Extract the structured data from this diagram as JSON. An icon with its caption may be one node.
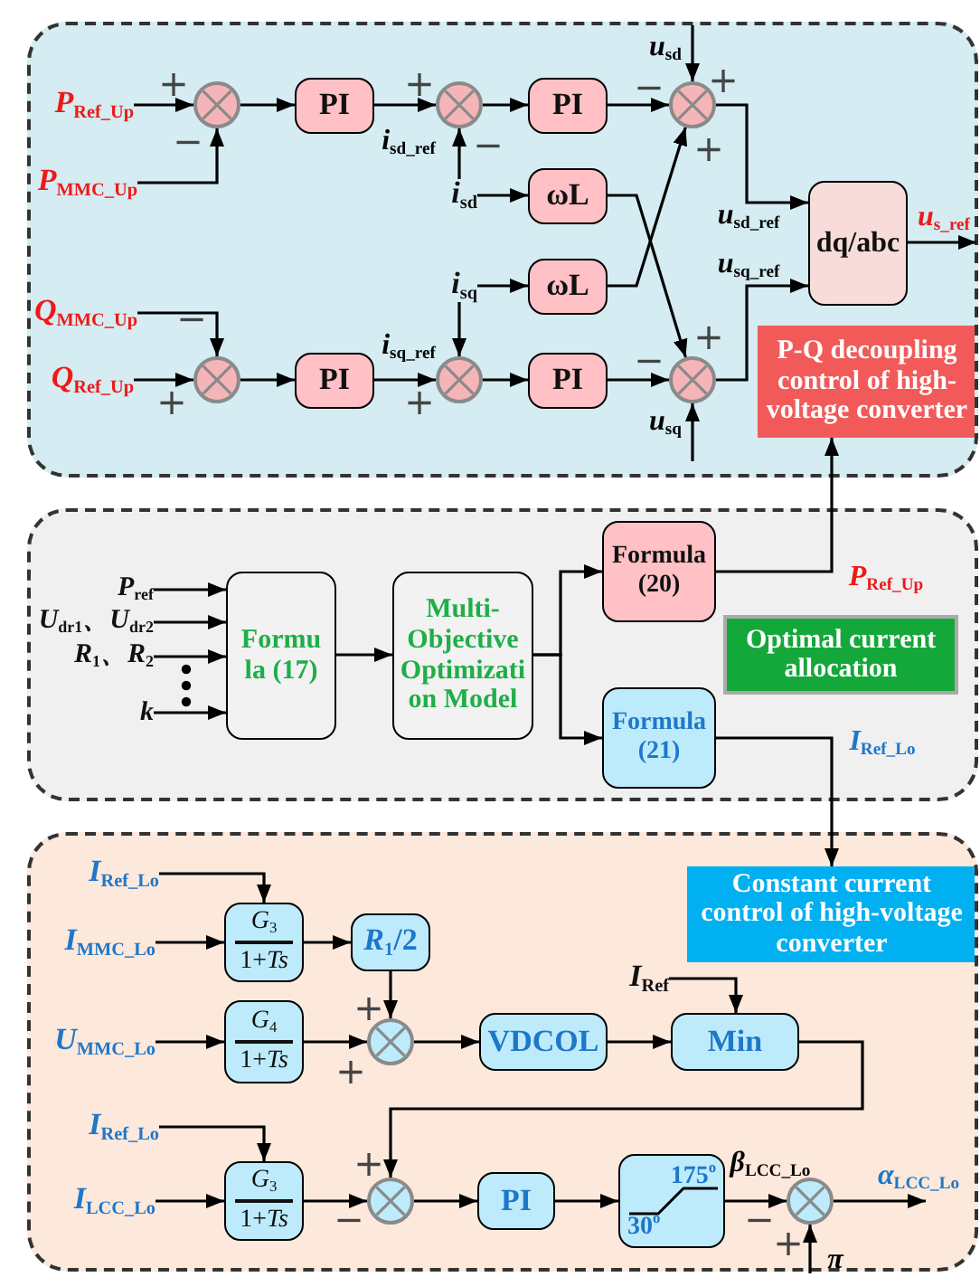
{
  "diagram": {
    "nodes": [
      {
        "text": [],
        "shape": "box"
      },
      {
        "text": [
          "P$_{Ref_Up}$"
        ],
        "in": 0
      },
      {
        "text": [
          "P$_{MMC_Up}$"
        ],
        "in": 0
      },
      {
        "text": [],
        "shape": "circle",
        "in": 0
      },
      {
        "text": [
          "PI"
        ],
        "in": 0
      },
      {
        "text": [],
        "shape": "circle",
        "in": 0
      },
      {
        "text": [
          "i$_{sd}$"
        ],
        "in": 0
      },
      {
        "text": [
          "PI"
        ],
        "in": 0
      },
      {
        "text": [],
        "shape": "circle",
        "in": 0
      },
      {
        "text": [
          "ωL"
        ],
        "in": 0
      },
      {
        "text": [
          "ωL"
        ],
        "in": 0
      },
      {
        "text": [
          "i$_{sq}$"
        ],
        "in": 0
      },
      {
        "text": [
          "Q$_{MMC_Up}$"
        ],
        "in": 0
      },
      {
        "text": [
          "Q$_{Ref_Up}$"
        ],
        "in": 0
      },
      {
        "text": [],
        "shape": "circle",
        "in": 0
      },
      {
        "text": [
          "PI"
        ],
        "in": 0
      },
      {
        "text": [],
        "shape": "circle",
        "in": 0
      },
      {
        "text": [
          "PI"
        ],
        "in": 0
      },
      {
        "text": [],
        "shape": "circle",
        "in": 0
      },
      {
        "text": [
          "dq/abc"
        ],
        "in": 0
      },
      {
        "text": [
          "P-Q decoupling control of high-voltage converter"
        ],
        "in": 0
      },
      {
        "text": [],
        "shape": "box"
      },
      {
        "text": [
          "P$_{ref}$"
        ],
        "in": 21
      },
      {
        "text": [
          "U$_{dr1}$、U$_{dr2}$"
        ],
        "in": 21
      },
      {
        "text": [
          "R$_{1}$、R$_{2}$"
        ],
        "in": 21
      },
      {
        "text": [
          "k"
        ],
        "in": 21
      },
      {
        "text": [
          "Formula (17)"
        ],
        "in": 21
      },
      {
        "text": [
          "Multi-Objective Optimization Model"
        ],
        "in": 21
      },
      {
        "text": [
          "Formula (20)"
        ],
        "in": 21
      },
      {
        "text": [
          "Optimal current allocation"
        ],
        "in": 21
      },
      {
        "text": [
          "Formula (21)"
        ],
        "in": 21
      },
      {
        "text": [],
        "shape": "box"
      },
      {
        "text": [
          "Constant current control of high-voltage converter"
        ],
        "in": 31
      },
      {
        "text": [
          "I$_{Ref_Lo}$"
        ],
        "in": 31
      },
      {
        "text": [
          "I$_{MMC_Lo}$"
        ],
        "in": 31
      },
      {
        "text": [
          "*G*$_{3}$",
          "1+*Ts*"
        ],
        "in": 31
      },
      {
        "text": [
          "*R*$_{1}$/2"
        ],
        "in": 31
      },
      {
        "text": [
          "U$_{MMC_Lo}$"
        ],
        "in": 31
      },
      {
        "text": [
          "*G*$_{4}$",
          "1+*Ts*"
        ],
        "in": 31
      },
      {
        "text": [],
        "shape": "circle",
        "in": 31
      },
      {
        "text": [
          "VDCOL"
        ],
        "in": 31
      },
      {
        "text": [
          "I$_{Ref}$"
        ],
        "in": 31
      },
      {
        "text": [
          "Min"
        ],
        "in": 31
      },
      {
        "text": [
          "I$_{Ref_Lo}$"
        ],
        "in": 31
      },
      {
        "text": [
          "I$_{LCC_Lo}$"
        ],
        "in": 31
      },
      {
        "text": [
          "*G*$_{3}$",
          "1+*Ts*"
        ],
        "in": 31
      },
      {
        "text": [],
        "shape": "circle",
        "in": 31
      },
      {
        "text": [
          "PI"
        ],
        "in": 31
      },
      {
        "text": [
          "175$^{o}$",
          "30$^{o}$"
        ],
        "in": 31
      },
      {
        "text": [],
        "shape": "circle",
        "in": 31
      }
    ],
    "edges": [
      {
        "from": 1,
        "to": 3,
        "arrow": "to"
      },
      {
        "from": 2,
        "to": 3,
        "arrow": "to"
      },
      {
        "from": 3,
        "to": 4,
        "arrow": "to"
      },
      {
        "from": 4,
        "to": 5,
        "arrow": "to",
        "label": "i$_{sd_ref}$"
      },
      {
        "from": 6,
        "to": 5,
        "arrow": "to"
      },
      {
        "from": 5,
        "to": 7,
        "arrow": "to"
      },
      {
        "from": 7,
        "to": 8,
        "arrow": "to"
      },
      {
        "from": null,
        "to": 8,
        "arrow": "to",
        "label": "u$_{sd}$"
      },
      {
        "from": 6,
        "to": 9,
        "arrow": "to"
      },
      {
        "from": 9,
        "to": 18,
        "arrow": "to"
      },
      {
        "from": 11,
        "to": 10,
        "arrow": "to"
      },
      {
        "from": 10,
        "to": 8,
        "arrow": "to"
      },
      {
        "from": 11,
        "to": 16,
        "arrow": "to"
      },
      {
        "from": 12,
        "to": 14,
        "arrow": "to"
      },
      {
        "from": 13,
        "to": 14,
        "arrow": "to"
      },
      {
        "from": 14,
        "to": 15,
        "arrow": "to"
      },
      {
        "from": 15,
        "to": 16,
        "arrow": "to",
        "label": "i$_{sq_ref}$"
      },
      {
        "from": 16,
        "to": 17,
        "arrow": "to"
      },
      {
        "from": 17,
        "to": 18,
        "arrow": "to"
      },
      {
        "from": null,
        "to": 18,
        "arrow": "to",
        "label": "u$_{sq}$"
      },
      {
        "from": 8,
        "to": 19,
        "arrow": "to",
        "label": "u$_{sd_ref}$"
      },
      {
        "from": 18,
        "to": 19,
        "arrow": "to",
        "label": "u$_{sq_ref}$"
      },
      {
        "from": 19,
        "to": null,
        "arrow": "to",
        "label": "u$_{s_ref}$"
      },
      {
        "from": 22,
        "to": 26,
        "arrow": "to"
      },
      {
        "from": 23,
        "to": 26,
        "arrow": "to"
      },
      {
        "from": 24,
        "to": 26,
        "arrow": "to"
      },
      {
        "from": 25,
        "to": 26,
        "arrow": "to"
      },
      {
        "from": 26,
        "to": 27,
        "arrow": "to"
      },
      {
        "from": 27,
        "to": 28,
        "arrow": "to"
      },
      {
        "from": 27,
        "to": 30,
        "arrow": "to"
      },
      {
        "from": 28,
        "to": 20,
        "arrow": "to",
        "label": "P$_{Ref_Up}$"
      },
      {
        "from": 30,
        "to": 32,
        "arrow": "to",
        "label": "I$_{Ref_Lo}$"
      },
      {
        "from": 33,
        "to": 35,
        "arrow": "to"
      },
      {
        "from": 34,
        "to": 35,
        "arrow": "to"
      },
      {
        "from": 35,
        "to": 36,
        "arrow": "to"
      },
      {
        "from": 36,
        "to": 39,
        "arrow": "to"
      },
      {
        "from": 37,
        "to": 38,
        "arrow": "to"
      },
      {
        "from": 38,
        "to": 39,
        "arrow": "to"
      },
      {
        "from": 39,
        "to": 40,
        "arrow": "to"
      },
      {
        "from": 40,
        "to": 42,
        "arrow": "to"
      },
      {
        "from": 41,
        "to": 42,
        "arrow": "to"
      },
      {
        "from": 42,
        "to": 46,
        "arrow": "to"
      },
      {
        "from": 43,
        "to": 45,
        "arrow": "to"
      },
      {
        "from": 44,
        "to": 45,
        "arrow": "to"
      },
      {
        "from": 45,
        "to": 46,
        "arrow": "to"
      },
      {
        "from": 46,
        "to": 47,
        "arrow": "to"
      },
      {
        "from": 47,
        "to": 48,
        "arrow": "to"
      },
      {
        "from": 48,
        "to": 49,
        "arrow": "to",
        "label": "β$_{LCC_Lo}$"
      },
      {
        "from": 49,
        "to": null,
        "arrow": "to",
        "label": "α$_{LCC_Lo}$"
      },
      {
        "from": null,
        "to": 49,
        "arrow": "to",
        "label": "π"
      }
    ],
    "labels": [
      "+",
      "−",
      "+",
      "−",
      "−",
      "+",
      "+",
      "−",
      "+",
      "−",
      "+",
      "+",
      "+",
      "+",
      "+",
      "−",
      "−",
      "+"
    ]
  }
}
